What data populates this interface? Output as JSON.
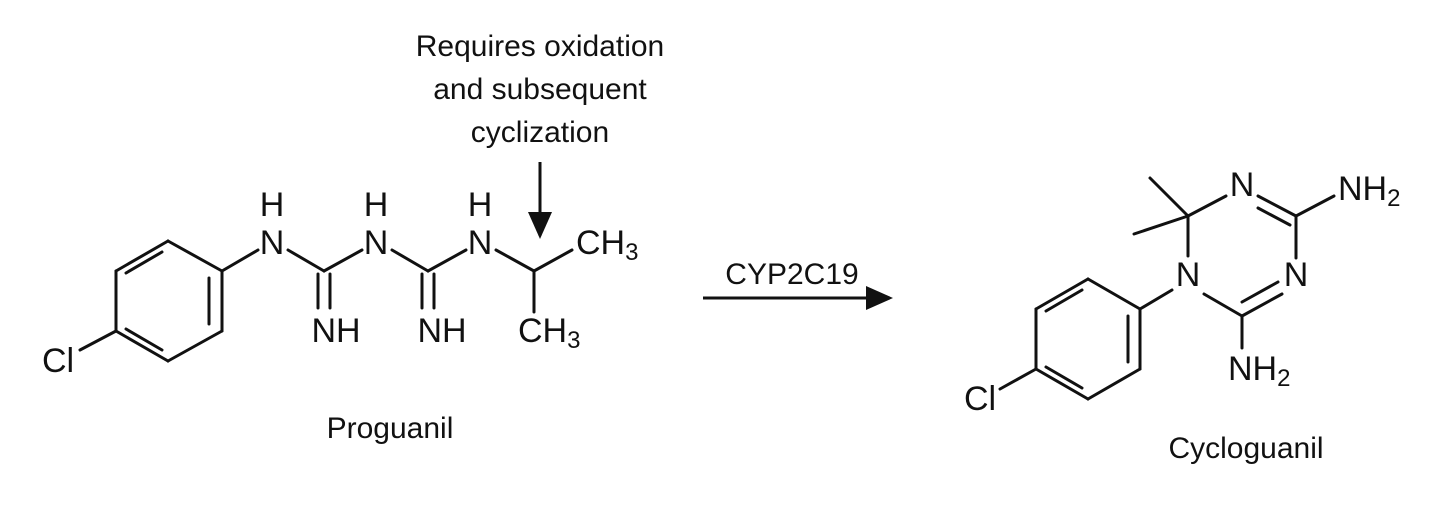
{
  "annotation": {
    "lines": [
      "Requires oxidation",
      "and subsequent",
      "cyclization"
    ]
  },
  "reaction": {
    "enzyme": "CYP2C19"
  },
  "reactant": {
    "name": "Proguanil",
    "atoms": {
      "cl": "Cl",
      "h": "H",
      "n": "N",
      "nh": "NH",
      "ch3_top": "CH",
      "ch3_bottom": "CH",
      "subscript_3": "3"
    }
  },
  "product": {
    "name": "Cycloguanil",
    "atoms": {
      "cl": "Cl",
      "n": "N",
      "nh2_top": "NH",
      "nh2_bottom": "NH",
      "subscript_2": "2"
    }
  }
}
